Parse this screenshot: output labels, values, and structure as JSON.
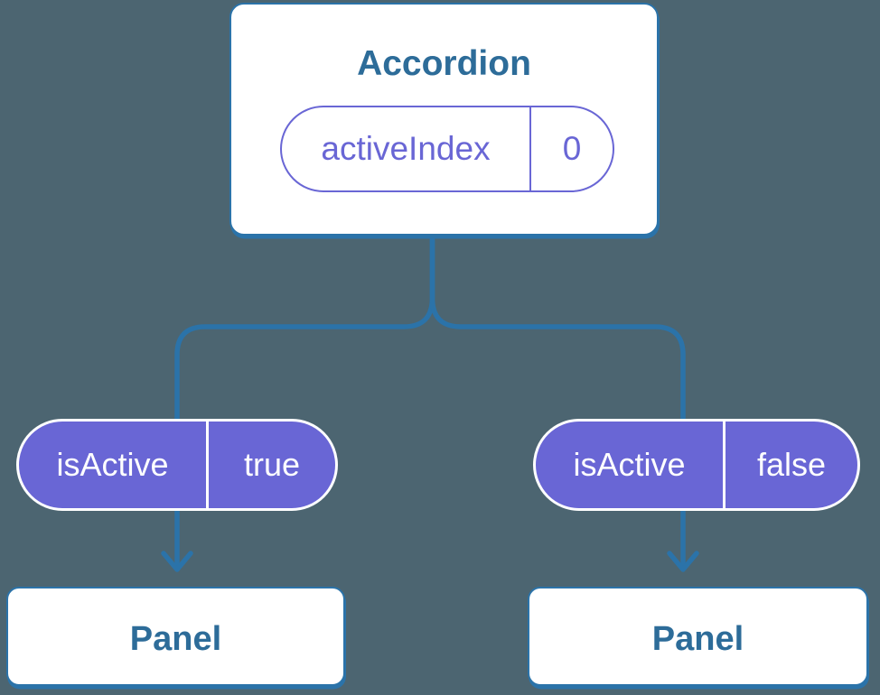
{
  "colors": {
    "background": "#4c6571",
    "line": "#2b73a9",
    "heading": "#2d6c99",
    "purple": "#6966d5",
    "white": "#ffffff"
  },
  "root": {
    "title": "Accordion",
    "state": {
      "name": "activeIndex",
      "value": "0"
    }
  },
  "props": [
    {
      "name": "isActive",
      "value": "true"
    },
    {
      "name": "isActive",
      "value": "false"
    }
  ],
  "panels": [
    {
      "label": "Panel"
    },
    {
      "label": "Panel"
    }
  ]
}
